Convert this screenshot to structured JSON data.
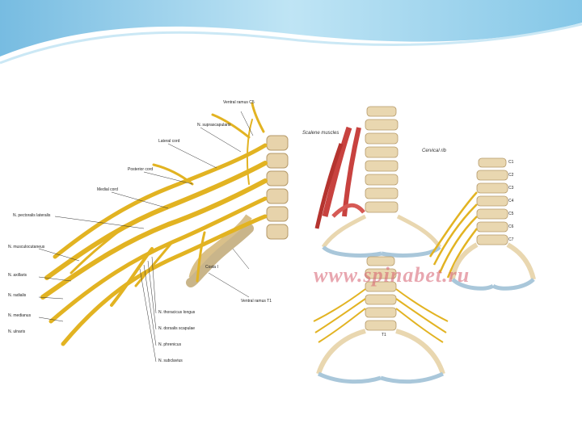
{
  "left_figure": {
    "labels": {
      "root_c5": "Ventral ramus C5",
      "lateral_cord": "Lateral cord",
      "posterior_cord": "Posterior cord",
      "medial_cord": "Medial cord",
      "musculocutaneous": "N. musculocutaneus",
      "median": "N. medianus",
      "ulnar": "N. ulnaris",
      "radial": "N. radialis",
      "axillary": "N. axillaris",
      "dorsal_scapular": "N. dorsalis scapulae",
      "suprascapular": "N. suprascapularis",
      "phrenic": "N. phrenicus",
      "long_thoracic": "N. thoracicus longus",
      "pectoral": "N. pectoralis lateralis",
      "rib": "Costa I",
      "t1": "Ventral ramus T1",
      "subclavius": "N. subclavius"
    }
  },
  "right_figure": {
    "caption_top": "Scalene muscles",
    "caption_right": "Cervical rib",
    "watermark": "www.spinabet.ru",
    "vertebra_labels": [
      "C1",
      "C2",
      "C3",
      "C4",
      "C5",
      "C6",
      "C7",
      "T1"
    ]
  },
  "colors": {
    "nerve": "#e2b322",
    "bone": "#e9d7b0",
    "cartilage": "#a9c7da",
    "muscle": "#c8423f",
    "header_wave": "#9ed0e9"
  }
}
